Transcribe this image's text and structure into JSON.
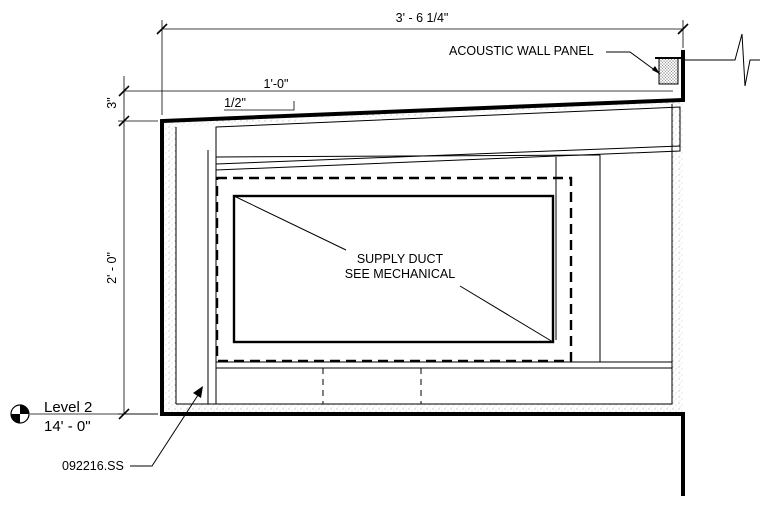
{
  "dimensions": {
    "overall_width": "3' - 6 1/4\"",
    "one_foot": "1'-0\"",
    "half_inch": "1/2\"",
    "three_inch": "3\"",
    "two_foot": "2' - 0\""
  },
  "notes": {
    "acoustic_panel": "ACOUSTIC WALL PANEL",
    "duct_line1": "SUPPLY DUCT",
    "duct_line2": "SEE MECHANICAL",
    "keynote": "092216.SS"
  },
  "level": {
    "name": "Level 2",
    "elevation": "14' - 0\""
  }
}
